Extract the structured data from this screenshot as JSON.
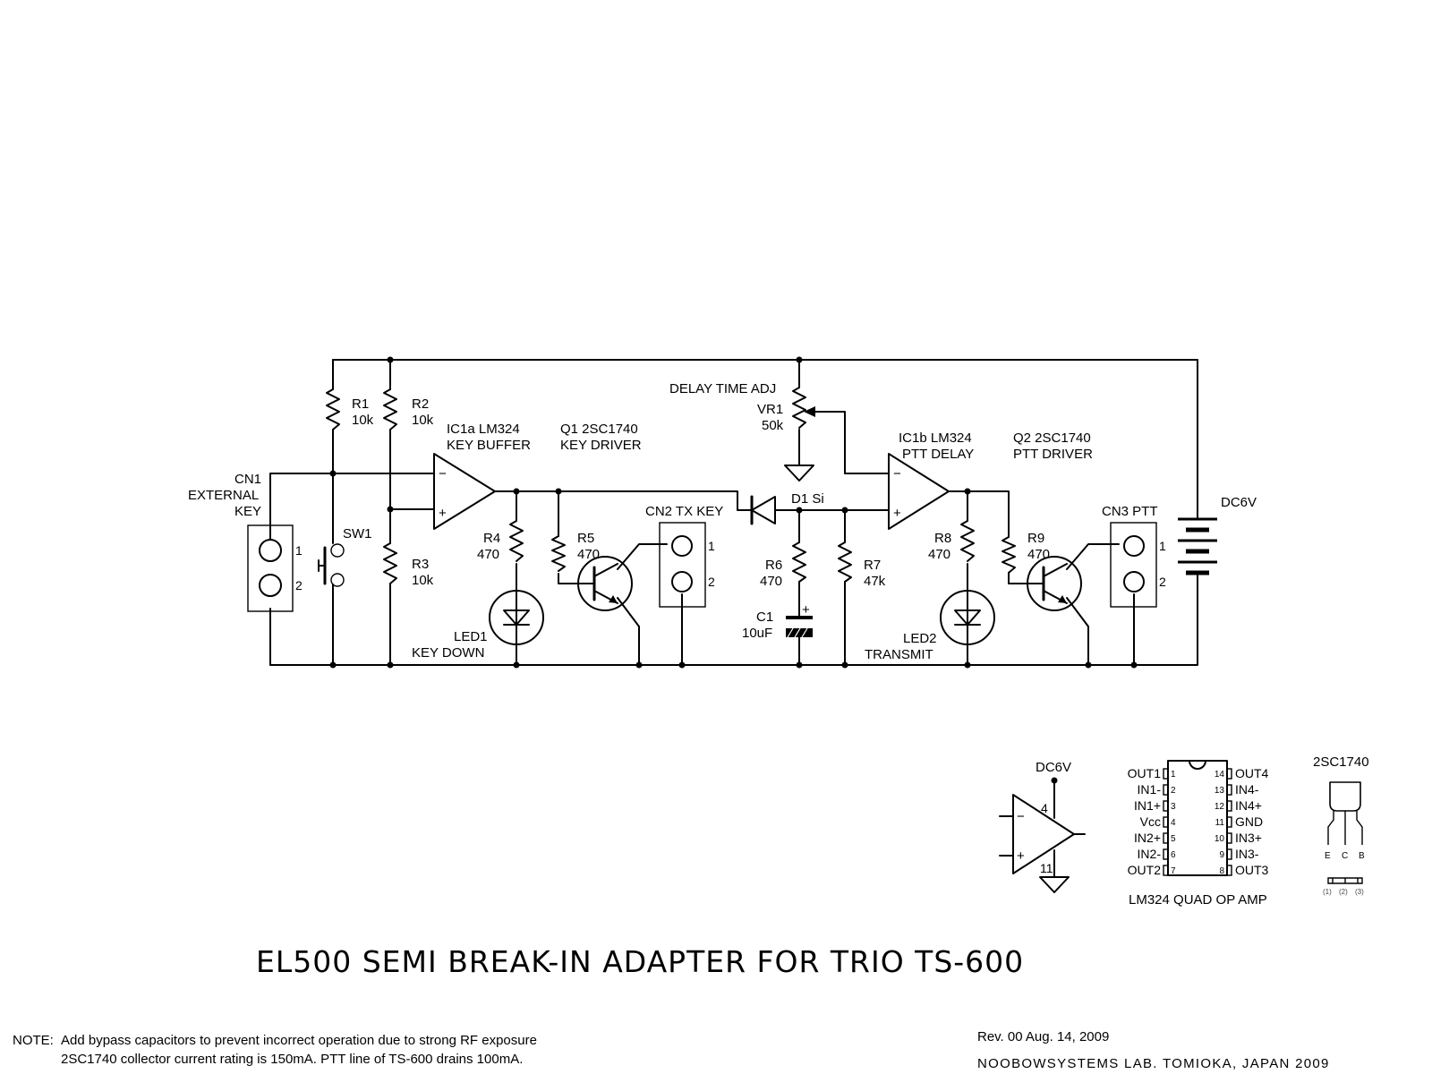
{
  "components": {
    "cn1": {
      "ref": "CN1",
      "name1": "EXTERNAL",
      "name2": "KEY",
      "pin1": "1",
      "pin2": "2"
    },
    "sw1": {
      "ref": "SW1"
    },
    "r1": {
      "ref": "R1",
      "value": "10k"
    },
    "r2": {
      "ref": "R2",
      "value": "10k"
    },
    "r3": {
      "ref": "R3",
      "value": "10k"
    },
    "ic1a": {
      "name": "IC1a LM324",
      "role": "KEY BUFFER"
    },
    "q1": {
      "name": "Q1 2SC1740",
      "role": "KEY DRIVER"
    },
    "r4": {
      "ref": "R4",
      "value": "470"
    },
    "r5": {
      "ref": "R5",
      "value": "470"
    },
    "led1": {
      "ref": "LED1",
      "name": "KEY DOWN"
    },
    "cn2": {
      "name": "CN2 TX KEY",
      "pin1": "1",
      "pin2": "2"
    },
    "d1": {
      "name": "D1 Si"
    },
    "vr1": {
      "label": "DELAY TIME ADJ",
      "ref": "VR1",
      "value": "50k"
    },
    "r6": {
      "ref": "R6",
      "value": "470"
    },
    "c1": {
      "ref": "C1",
      "value": "10uF",
      "polarity": "+"
    },
    "r7": {
      "ref": "R7",
      "value": "47k"
    },
    "ic1b": {
      "name": "IC1b LM324",
      "role": "PTT DELAY"
    },
    "q2": {
      "name": "Q2 2SC1740",
      "role": "PTT DRIVER"
    },
    "r8": {
      "ref": "R8",
      "value": "470"
    },
    "r9": {
      "ref": "R9",
      "value": "470"
    },
    "led2": {
      "ref": "LED2",
      "name": "TRANSMIT"
    },
    "cn3": {
      "name": "CN3  PTT",
      "pin1": "1",
      "pin2": "2"
    },
    "battery": {
      "label": "DC6V"
    }
  },
  "opamp_symbols": {
    "minus": "−",
    "plus": "+"
  },
  "opamp_power": {
    "supply": "DC6V",
    "vcc_pin": "4",
    "gnd_pin": "11"
  },
  "lm324": {
    "title": "LM324 QUAD OP AMP",
    "left_pins": [
      {
        "num": "1",
        "name": "OUT1"
      },
      {
        "num": "2",
        "name": "IN1-"
      },
      {
        "num": "3",
        "name": "IN1+"
      },
      {
        "num": "4",
        "name": "Vcc"
      },
      {
        "num": "5",
        "name": "IN2+"
      },
      {
        "num": "6",
        "name": "IN2-"
      },
      {
        "num": "7",
        "name": "OUT2"
      }
    ],
    "right_pins": [
      {
        "num": "14",
        "name": "OUT4"
      },
      {
        "num": "13",
        "name": "IN4-"
      },
      {
        "num": "12",
        "name": "IN4+"
      },
      {
        "num": "11",
        "name": "GND"
      },
      {
        "num": "10",
        "name": "IN3+"
      },
      {
        "num": "9",
        "name": "IN3-"
      },
      {
        "num": "8",
        "name": "OUT3"
      }
    ]
  },
  "transistor_pkg": {
    "title": "2SC1740",
    "leads": [
      "E",
      "C",
      "B"
    ],
    "bottom_pins": [
      "(1)",
      "(2)",
      "(3)"
    ]
  },
  "title": "EL500 SEMI BREAK-IN ADAPTER FOR TRIO TS-600",
  "revision": "Rev. 00 Aug. 14, 2009",
  "credit": "NOOBOWSYSTEMS LAB. TOMIOKA, JAPAN 2009",
  "notes": {
    "prefix": "NOTE:",
    "line1": "Add bypass capacitors to prevent incorrect operation due to strong RF exposure",
    "line2": "2SC1740 collector current rating is 150mA. PTT line of TS-600 drains 100mA."
  }
}
